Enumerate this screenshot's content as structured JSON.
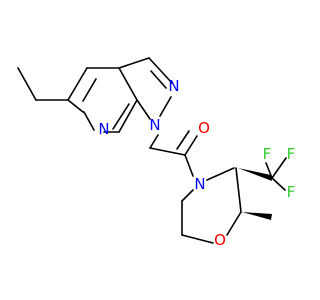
{
  "molecule": {
    "atom_labels": {
      "n_pyridine": "N",
      "n1_pyrazole": "N",
      "n2_pyrazole": "N",
      "o_carbonyl": "O",
      "n_morpholine": "N",
      "o_morpholine": "O",
      "f1": "F",
      "f2": "F",
      "f3": "F"
    },
    "colors": {
      "bond": "#000000",
      "nitrogen": "#0000ff",
      "oxygen": "#ff0000",
      "fluorine": "#33cc33"
    }
  }
}
